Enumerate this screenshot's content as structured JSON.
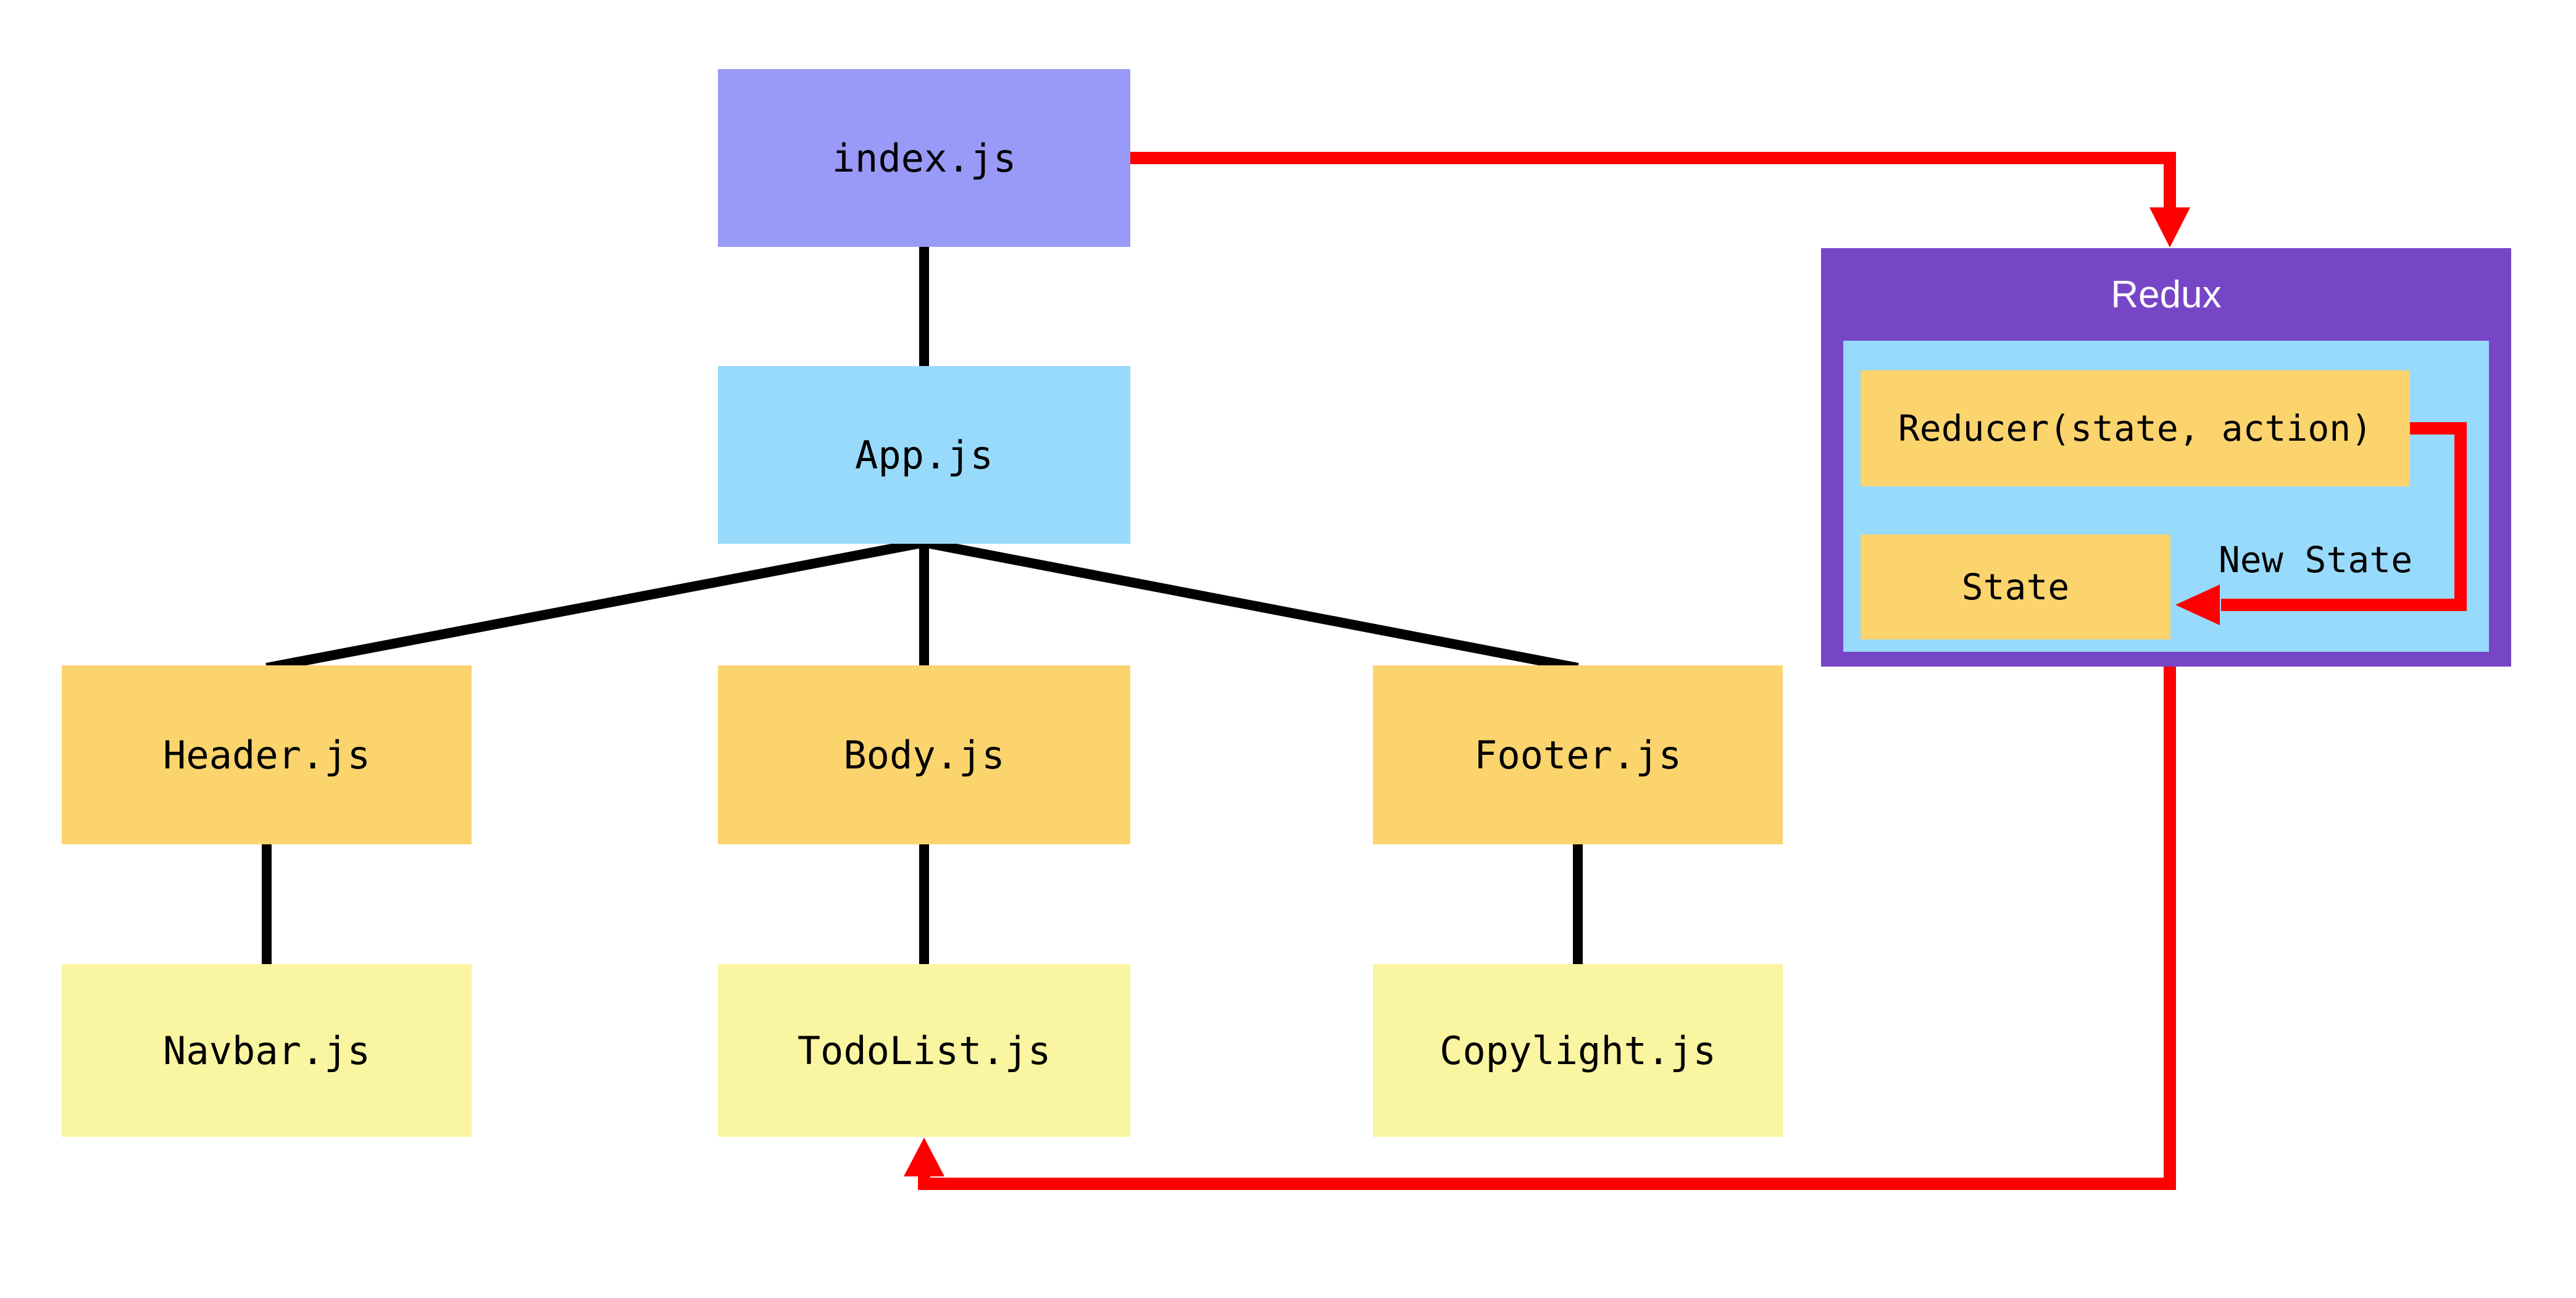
{
  "diagram": {
    "nodes": {
      "index": {
        "label": "index.js"
      },
      "app": {
        "label": "App.js"
      },
      "header": {
        "label": "Header.js"
      },
      "body": {
        "label": "Body.js"
      },
      "footer": {
        "label": "Footer.js"
      },
      "navbar": {
        "label": "Navbar.js"
      },
      "todolist": {
        "label": "TodoList.js"
      },
      "copylight": {
        "label": "Copylight.js"
      }
    },
    "redux": {
      "title": "Redux",
      "reducer_label": "Reducer(state, action)",
      "state_label": "State",
      "new_state_label": "New State"
    },
    "colors": {
      "index_box": "#9999F8",
      "app_box": "#98DAFB",
      "tier2_box": "#FBD46D",
      "tier3_box": "#FAF5A0",
      "redux_container": "#7646C6",
      "redux_panel": "#98DAFB",
      "redux_inner_box": "#FBD46D",
      "redux_title_text": "#FFFFFF",
      "arrow_red": "#FF0000",
      "line_black": "#000000"
    }
  }
}
